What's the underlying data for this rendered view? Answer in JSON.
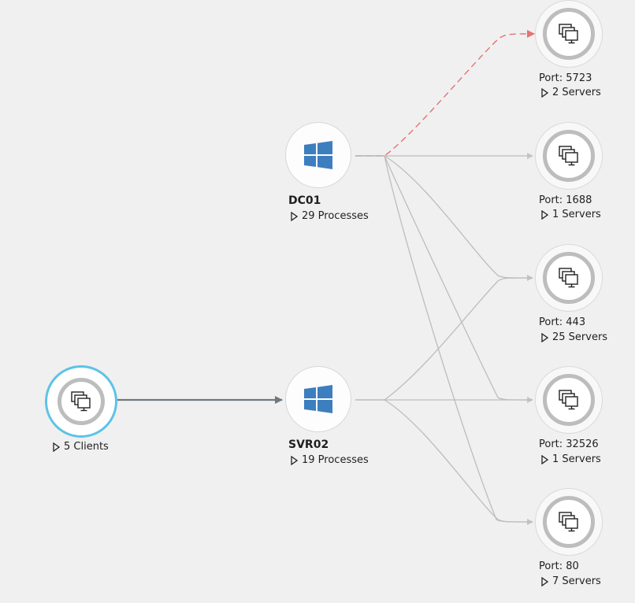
{
  "clients": {
    "summary": "5 Clients"
  },
  "machines": [
    {
      "name": "DC01",
      "processes": "29 Processes"
    },
    {
      "name": "SVR02",
      "processes": "19 Processes"
    }
  ],
  "ports": [
    {
      "port_label": "Port: 5723",
      "servers": "2 Servers"
    },
    {
      "port_label": "Port: 1688",
      "servers": "1 Servers"
    },
    {
      "port_label": "Port: 443",
      "servers": "25 Servers"
    },
    {
      "port_label": "Port: 32526",
      "servers": "1 Servers"
    },
    {
      "port_label": "Port: 80",
      "servers": "7 Servers"
    }
  ],
  "colors": {
    "background": "#f0f0f0",
    "client_ring": "#5cc3e6",
    "windows_logo": "#3d7ebf",
    "failed_edge": "#e57373",
    "edge": "#bdbdbd",
    "primary_edge": "#6f7880"
  },
  "icons": {
    "machine": "windows-logo-icon",
    "port_group": "server-group-icon",
    "expand": "expand-triangle-icon"
  }
}
